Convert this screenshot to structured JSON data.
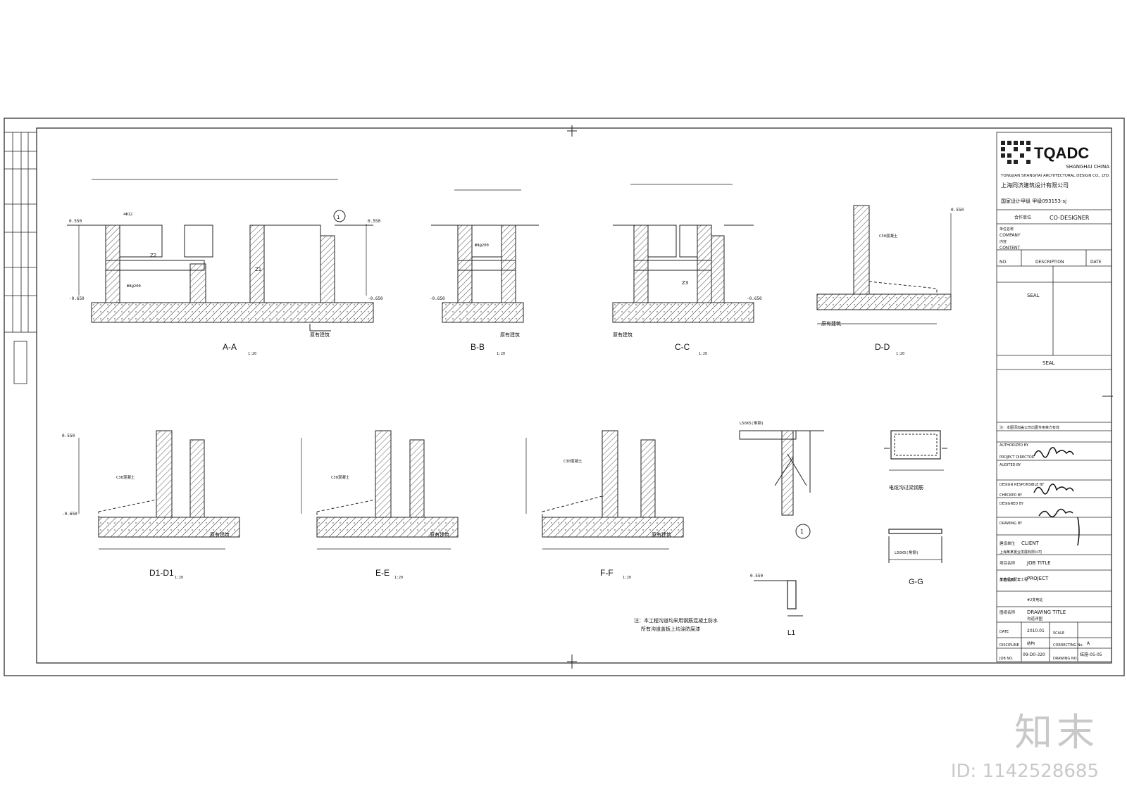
{
  "watermark": {
    "brand": "知末",
    "id": "ID: 1142528685"
  },
  "title_block": {
    "logo": "TQADC",
    "city": "SHANGHAI  CHINA",
    "company_en": "TONGJIAN SHANGHAI ARCHITECTURAL DESIGN CO., LTD.",
    "company_cn": "上海同济建筑设计有限公司",
    "cert": "国家设计甲级 甲级093153-sj",
    "co_designer_cn": "合作单位",
    "co_designer": "CO-DESIGNER",
    "company_cn2": "单位名称",
    "company": "COMPANY",
    "content_cn": "内容",
    "content": "CONTENT",
    "no": "NO.",
    "description": "DESCRIPTION",
    "date": "DATE",
    "seal1": "SEAL",
    "seal2": "SEAL",
    "note": "注：本图须加盖公司出图专用章方有效",
    "authorized": "AUTHORIZED BY",
    "project_director": "PROJECT DIRECTOR",
    "audited": "AUDITED BY",
    "design_resp": "DESIGN RESPONSIBLE BY",
    "checked": "CHECKED BY",
    "designed": "DESIGNED BY",
    "drawing_by": "DRAWING BY",
    "client_cn": "建设单位",
    "client": "CLIENT",
    "client_val": "上海某某置业发展有限公司",
    "job_cn": "项目名称",
    "job": "JOB TITLE",
    "job_val": "某某项目配套工程",
    "project_cn": "工程名称",
    "project": "PROJECT",
    "project_val": "#2变电站",
    "drawing_title_cn": "图纸名称",
    "drawing_title": "DRAWING TITLE",
    "drawing_title_val": "沟道详图",
    "date_lbl": "DATE",
    "date_val": "2010.01",
    "scale_lbl": "SCALE",
    "discipline": "DISCIPLINE",
    "discipline_val": "结构",
    "correcting": "CORRECTING No.",
    "version": "A",
    "job_no": "JOB NO.",
    "job_no_val": "09-D0-320",
    "drawing_no": "DRAWING NO.",
    "drawing_no_val": "结施-05-05"
  },
  "sections": {
    "aa": "A-A",
    "bb": "B-B",
    "cc": "C-C",
    "dd": "D-D",
    "d1": "D1-D1",
    "ee": "E-E",
    "ff": "F-F",
    "gg": "G-G",
    "l1": "L1",
    "one": "1",
    "scale": "1:20",
    "detail": "电缆沟过梁钢筋"
  },
  "labels": {
    "ground": "原有建筑",
    "lvl_top": "0.550",
    "lvl_bot": "-0.650",
    "c30": "C30混凝土",
    "rebar1": "4Φ12",
    "rebar2": "Φ8@200",
    "angle": "L50X5(角钢)",
    "z1": "Z1",
    "z2": "Z2",
    "z3": "Z3"
  },
  "note": {
    "line1": "注：本工程沟道均采用钢筋混凝土防水",
    "line2": "所有沟道盖板上均涂防腐漆"
  }
}
